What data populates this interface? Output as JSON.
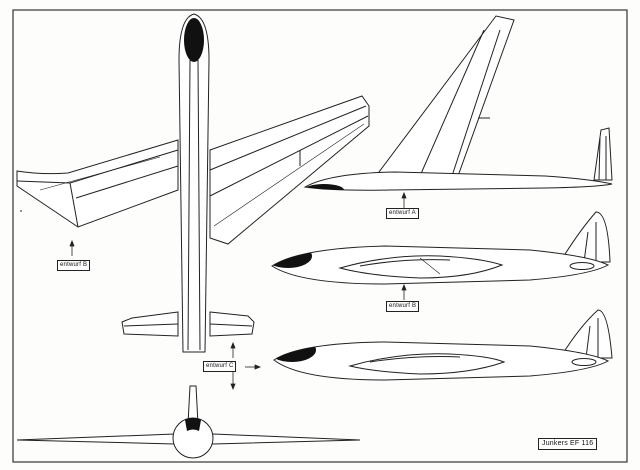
{
  "drawing": {
    "labels": {
      "entwurf_b_top": "entwurf B",
      "entwurf_a": "entwurf A",
      "entwurf_b_side": "entwurf B",
      "entwurf_c": "entwurf C"
    },
    "title_block": "Junkers EF 116"
  }
}
